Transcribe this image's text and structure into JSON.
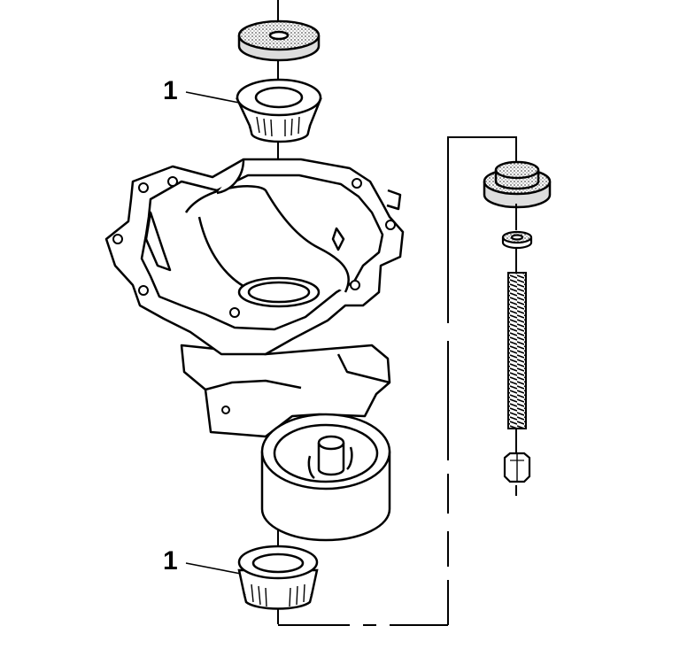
{
  "callouts": [
    {
      "id": "upper-bearing",
      "label": "1"
    },
    {
      "id": "lower-bearing",
      "label": "1"
    }
  ],
  "colors": {
    "line": "#000000",
    "stipple": "#9a9a9a",
    "background": "#ffffff"
  }
}
